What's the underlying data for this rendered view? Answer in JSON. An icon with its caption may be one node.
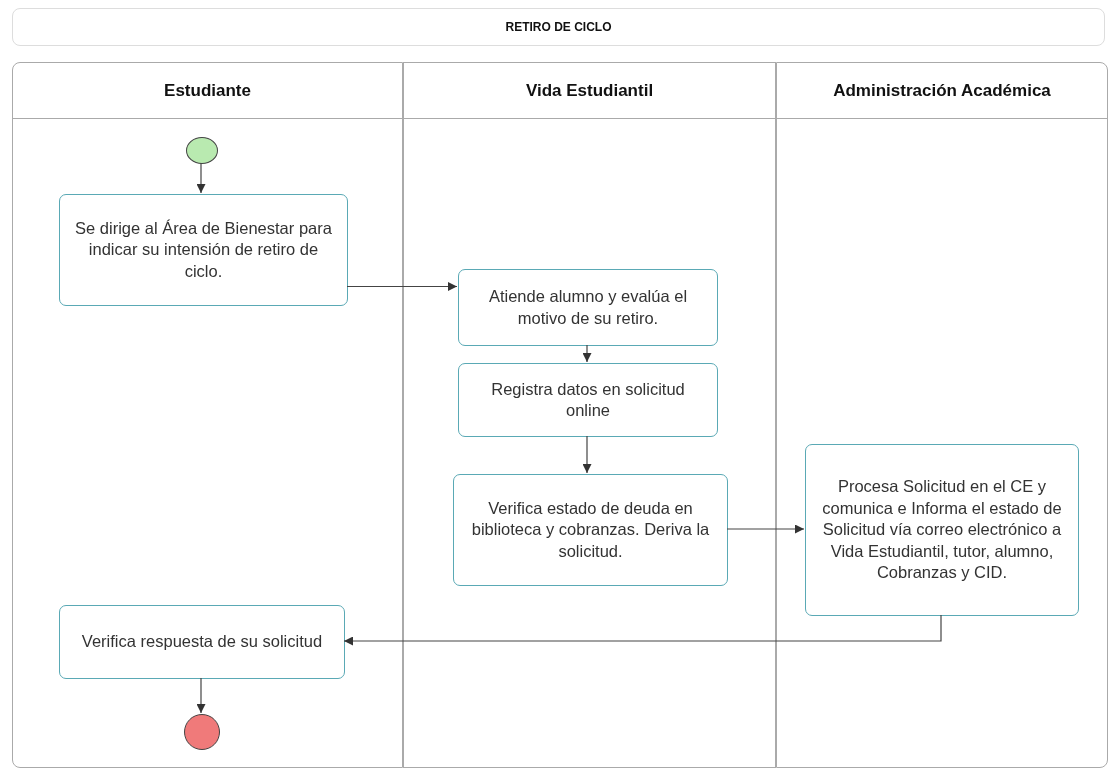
{
  "diagram": {
    "title": "RETIRO DE CICLO",
    "nodes": [
      {
        "text": [
          "Estudiante"
        ]
      },
      {
        "text": [
          "Vida Estudiantil"
        ]
      },
      {
        "text": [
          "Administración Académica"
        ]
      },
      {
        "text": [],
        "shape": "circle",
        "in": 0
      },
      {
        "text": [
          "Se dirige al Área de Bienestar para indicar su intensión de retiro de ciclo."
        ],
        "in": 0
      },
      {
        "text": [
          "Atiende alumno y evalúa el motivo de su retiro."
        ],
        "in": 1
      },
      {
        "text": [
          "Registra datos en solicitud online"
        ],
        "in": 1
      },
      {
        "text": [
          "Verifica estado de deuda en biblioteca y cobranzas. Deriva la solicitud."
        ],
        "in": 1
      },
      {
        "text": [
          "Procesa Solicitud en el CE y comunica e Informa el estado de  Solicitud vía correo electrónico a  Vida Estudiantil, tutor, alumno, Cobranzas y CID."
        ],
        "in": 2
      },
      {
        "text": [
          "Verifica respuesta de su solicitud"
        ],
        "in": 0
      },
      {
        "text": [],
        "shape": "circle",
        "in": 0
      }
    ],
    "edges": [
      {
        "from": 3,
        "to": 4,
        "arrow": "to"
      },
      {
        "from": 4,
        "to": 5,
        "arrow": "to"
      },
      {
        "from": 5,
        "to": 6,
        "arrow": "to"
      },
      {
        "from": 6,
        "to": 7,
        "arrow": "to"
      },
      {
        "from": 7,
        "to": 8,
        "arrow": "to"
      },
      {
        "from": 8,
        "to": 9,
        "arrow": "to"
      },
      {
        "from": 9,
        "to": 10,
        "arrow": "to"
      }
    ]
  }
}
